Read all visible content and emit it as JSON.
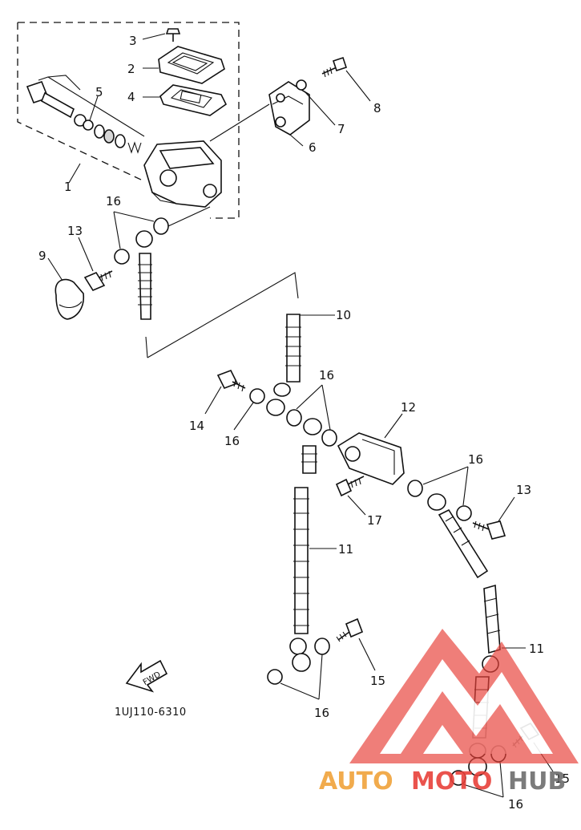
{
  "diagram_code": "1UJ110-6310",
  "fwd_label": "FWD",
  "watermark": {
    "part_auto": "AUTO",
    "part_moto": "MOTO",
    "part_hub": "HUB",
    "color_red": "#e8413a",
    "color_orange": "#f0a23a",
    "color_grey": "#6d6d6d"
  },
  "callouts": {
    "c1": "1",
    "c2": "2",
    "c3": "3",
    "c4": "4",
    "c5": "5",
    "c6": "6",
    "c7": "7",
    "c8": "8",
    "c9": "9",
    "c10": "10",
    "c11a": "11",
    "c11b": "11",
    "c12": "12",
    "c13a": "13",
    "c13b": "13",
    "c14": "14",
    "c15a": "15",
    "c15b": "15",
    "c16a": "16",
    "c16b": "16",
    "c16c": "16",
    "c16d": "16",
    "c16e": "16",
    "c16f": "16",
    "c17": "17"
  }
}
